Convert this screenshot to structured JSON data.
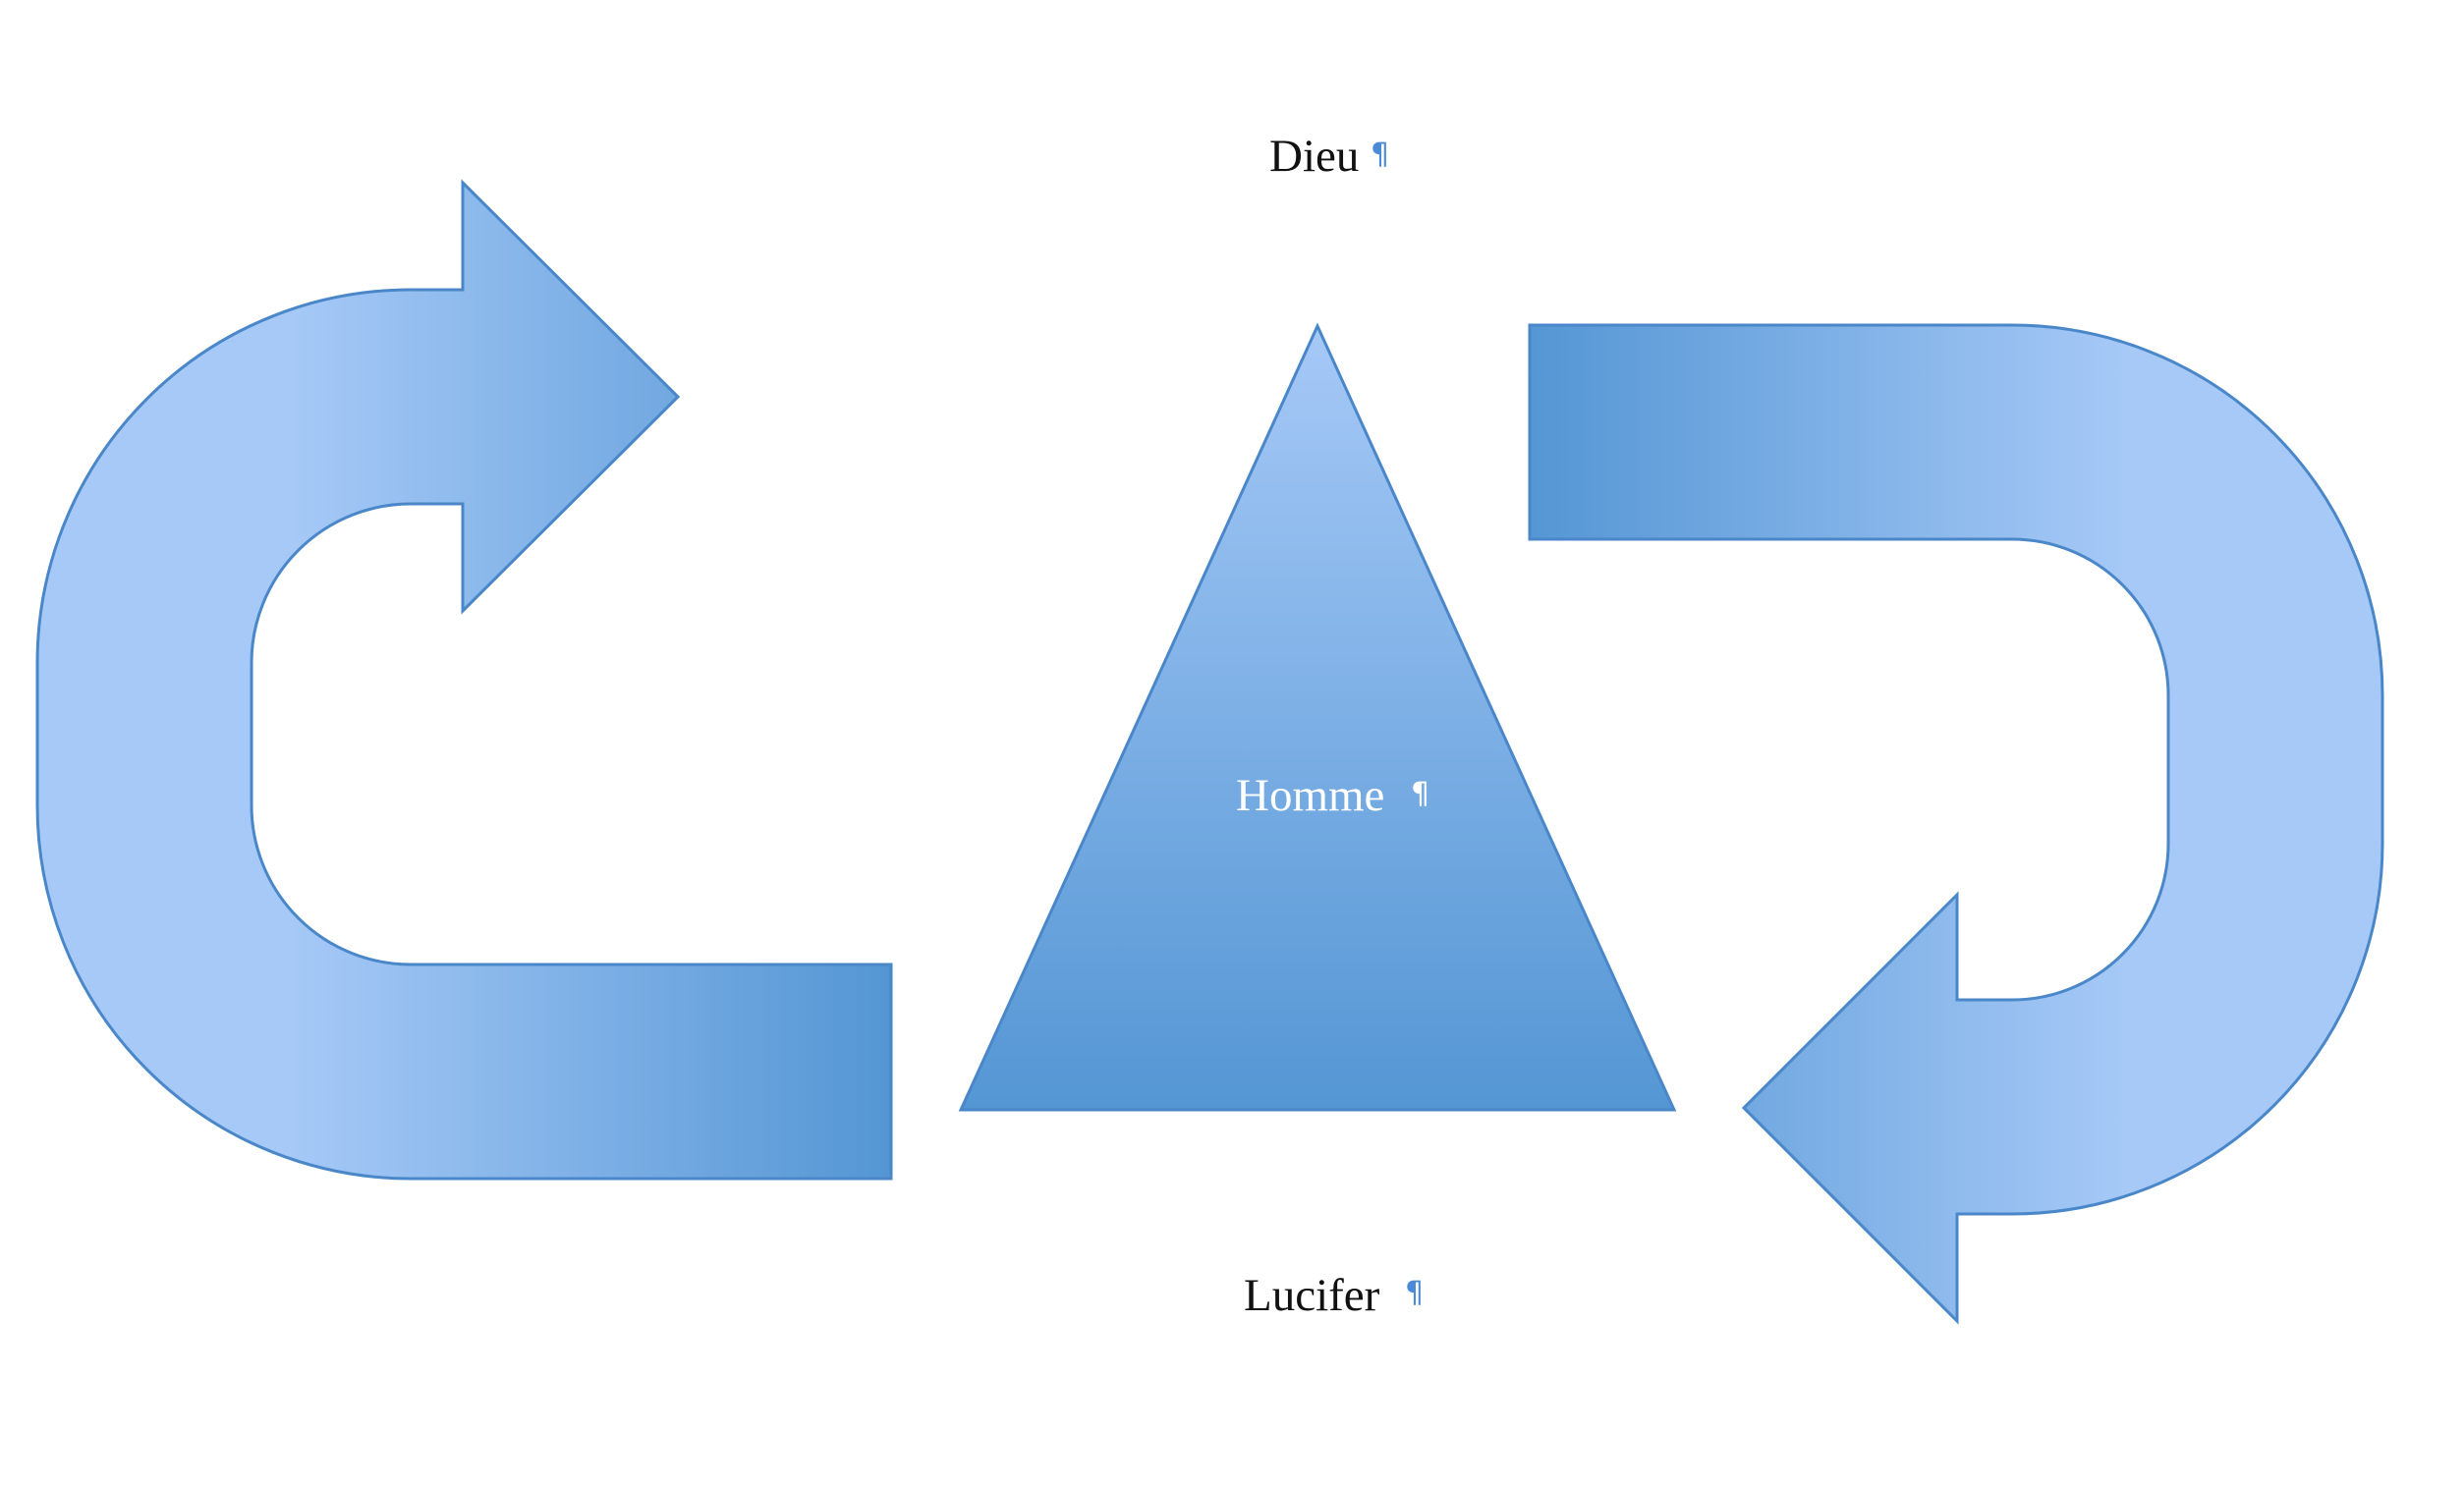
{
  "labels": {
    "top": "Dieu",
    "center": "Homme",
    "bottom": "Lucifer",
    "pilcrow": "¶"
  },
  "colors": {
    "fill_light": "#A6C9F7",
    "fill_dark": "#5496D4",
    "stroke": "#4A87C9",
    "label_dark": "#111111",
    "label_light": "#FFFFFF",
    "pilcrow": "#4A8AD6"
  }
}
